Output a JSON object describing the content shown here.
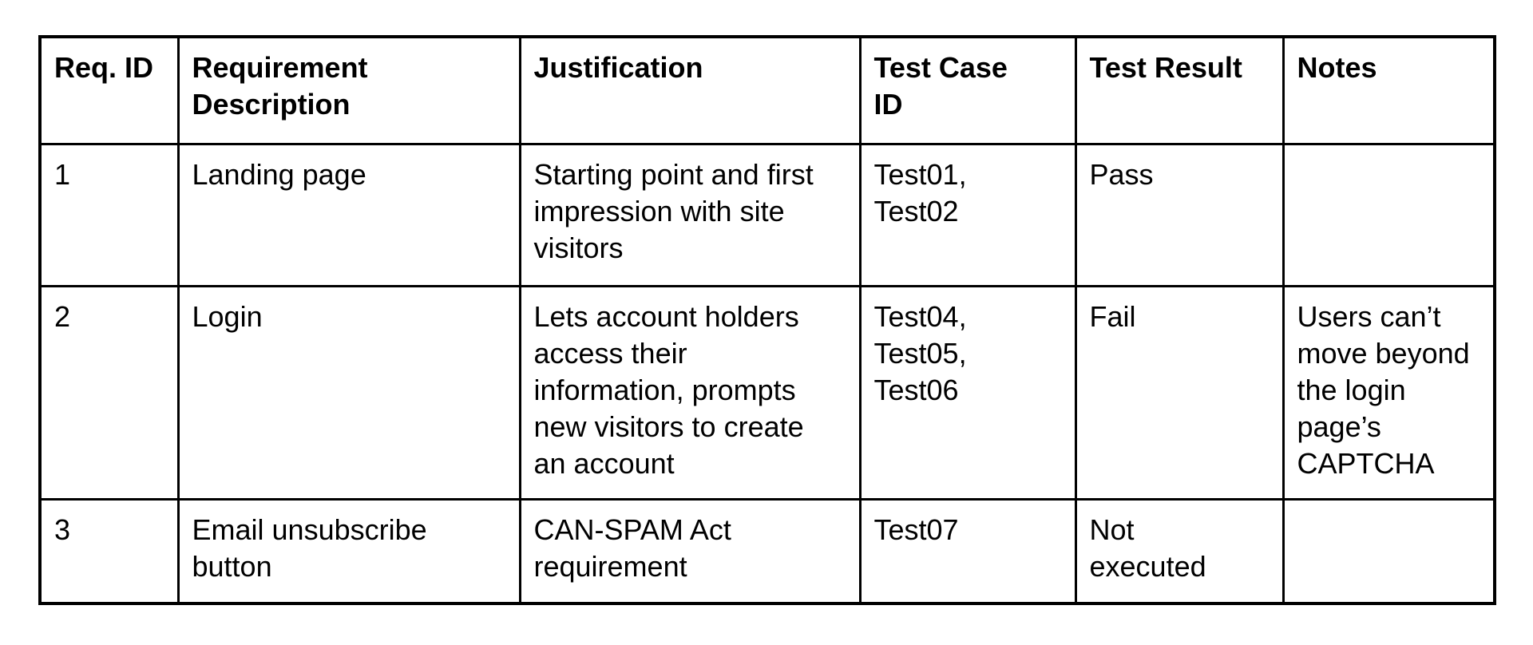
{
  "table": {
    "columns": [
      {
        "label": "Req. ID"
      },
      {
        "label": "Requirement\nDescription"
      },
      {
        "label": "Justification"
      },
      {
        "label": "Test Case\nID"
      },
      {
        "label": "Test Result"
      },
      {
        "label": "Notes"
      }
    ],
    "rows": [
      {
        "req_id": "1",
        "description": "Landing page",
        "justification": "Starting point and first\nimpression with site\nvisitors",
        "test_case_id": "Test01,\nTest02",
        "test_result": "Pass",
        "notes": ""
      },
      {
        "req_id": "2",
        "description": "Login",
        "justification": "Lets account holders\naccess their\ninformation, prompts\nnew visitors to create\nan account",
        "test_case_id": "Test04,\nTest05,\nTest06",
        "test_result": "Fail",
        "notes": "Users can’t\nmove beyond\nthe login\npage’s\nCAPTCHA"
      },
      {
        "req_id": "3",
        "description": "Email unsubscribe\nbutton",
        "justification": "CAN-SPAM Act\nrequirement",
        "test_case_id": "Test07",
        "test_result": "Not\nexecuted",
        "notes": ""
      }
    ]
  },
  "colors": {
    "background": "#ffffff",
    "border": "#000000",
    "text": "#000000"
  }
}
